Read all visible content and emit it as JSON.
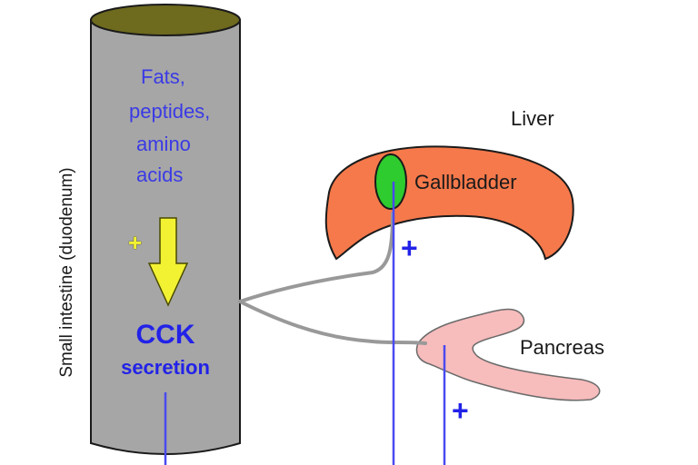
{
  "labels": {
    "small_intestine": "Small intestine (duodenum)",
    "nutrients": [
      "Fats,",
      "peptides,",
      "amino",
      "acids"
    ],
    "stimulus_plus": "+",
    "cck": "CCK",
    "secretion": "secretion",
    "liver": "Liver",
    "gallbladder": "Gallbladder",
    "pancreas": "Pancreas",
    "gallbladder_plus": "+",
    "pancreas_plus": "+"
  },
  "colors": {
    "intestine": "#a6a6a6",
    "intestine_top": "#6e6a1e",
    "liver": "#f5794b",
    "gallbladder": "#2ecc2e",
    "pancreas": "#f7bcbc",
    "arrow": "#f2f233",
    "text_blue": "#2222e8",
    "nerve": "#999999",
    "signal_line": "#4a4af0"
  }
}
